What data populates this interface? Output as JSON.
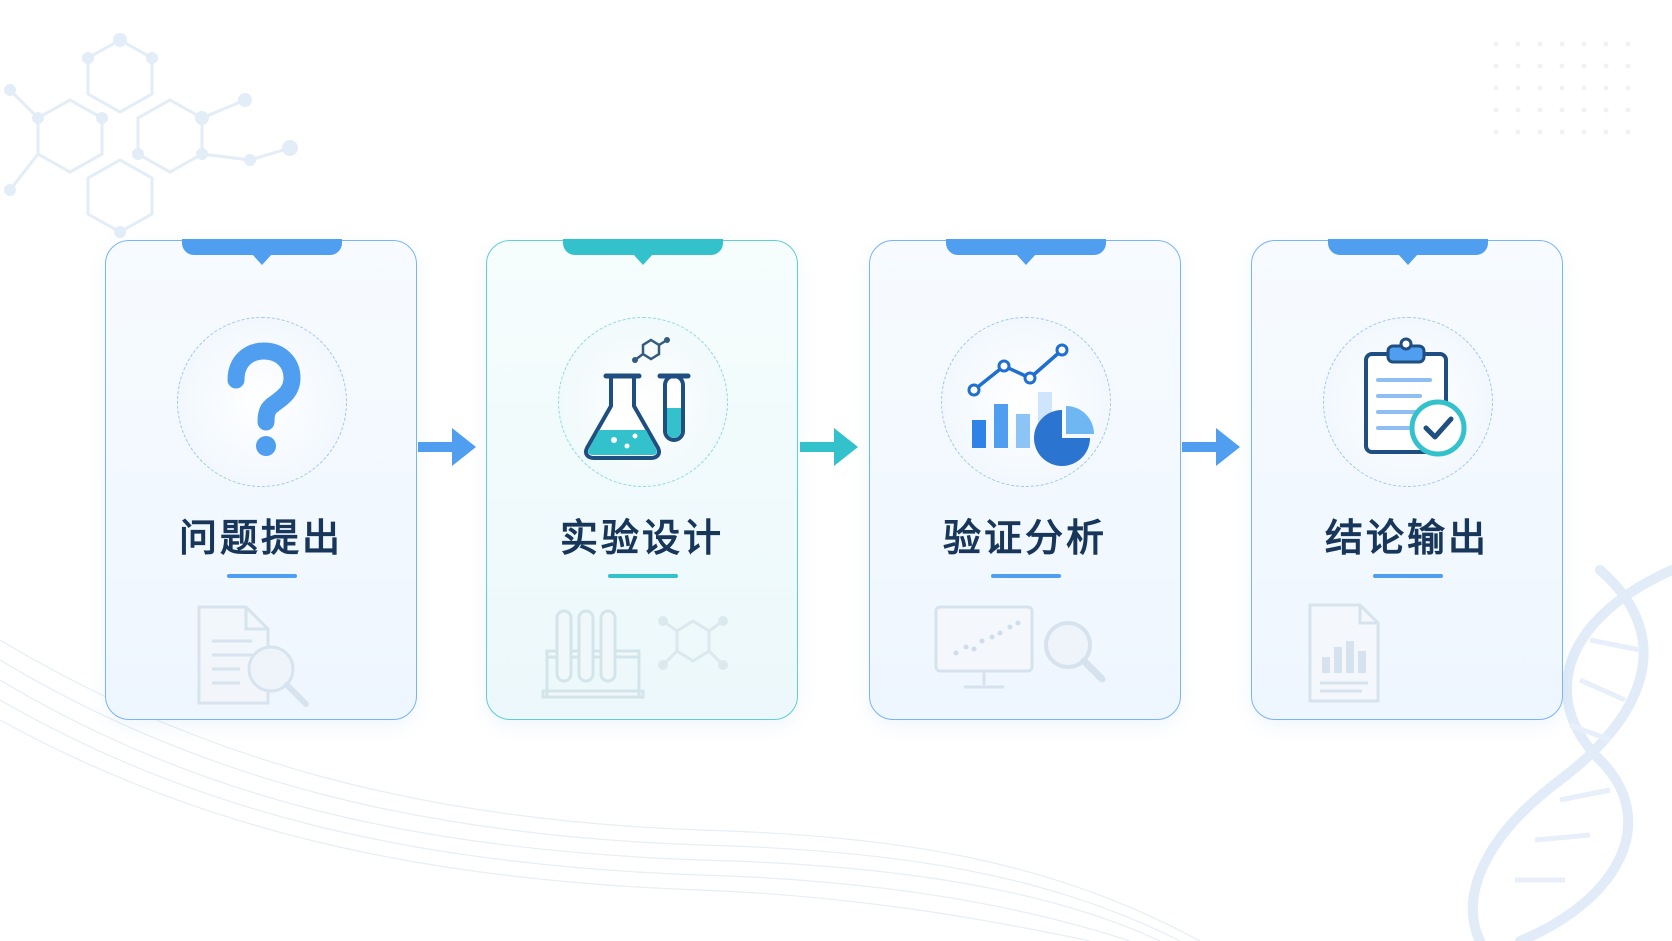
{
  "colors": {
    "blue": "#4f9ef0",
    "teal": "#33c2cc",
    "dark_navy": "#173659",
    "card_border_blue": "#7bb4f0",
    "card_border_teal": "#62cdd2"
  },
  "steps": [
    {
      "title": "问题提出",
      "icon": "question-mark-icon",
      "decor": [
        "document-magnifier-icon"
      ]
    },
    {
      "title": "实验设计",
      "icon": "flask-test-tube-icon",
      "decor": [
        "test-tube-rack-icon",
        "molecule-icon"
      ]
    },
    {
      "title": "验证分析",
      "icon": "chart-analytics-icon",
      "decor": [
        "monitor-scatter-icon",
        "magnifier-icon"
      ]
    },
    {
      "title": "结论输出",
      "icon": "clipboard-check-icon",
      "decor": [
        "report-chart-icon"
      ]
    }
  ],
  "connectors": [
    "arrow-right-icon",
    "arrow-right-icon",
    "arrow-right-icon"
  ]
}
